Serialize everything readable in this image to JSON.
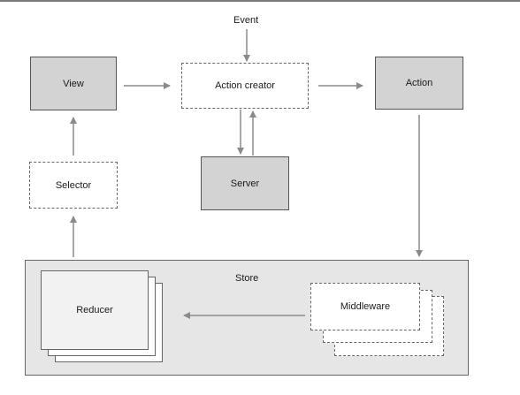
{
  "diagram": {
    "event_label": "Event",
    "nodes": {
      "view": "View",
      "action_creator": "Action creator",
      "action": "Action",
      "selector": "Selector",
      "server": "Server",
      "store": "Store",
      "reducer": "Reducer",
      "middleware": "Middleware"
    }
  }
}
